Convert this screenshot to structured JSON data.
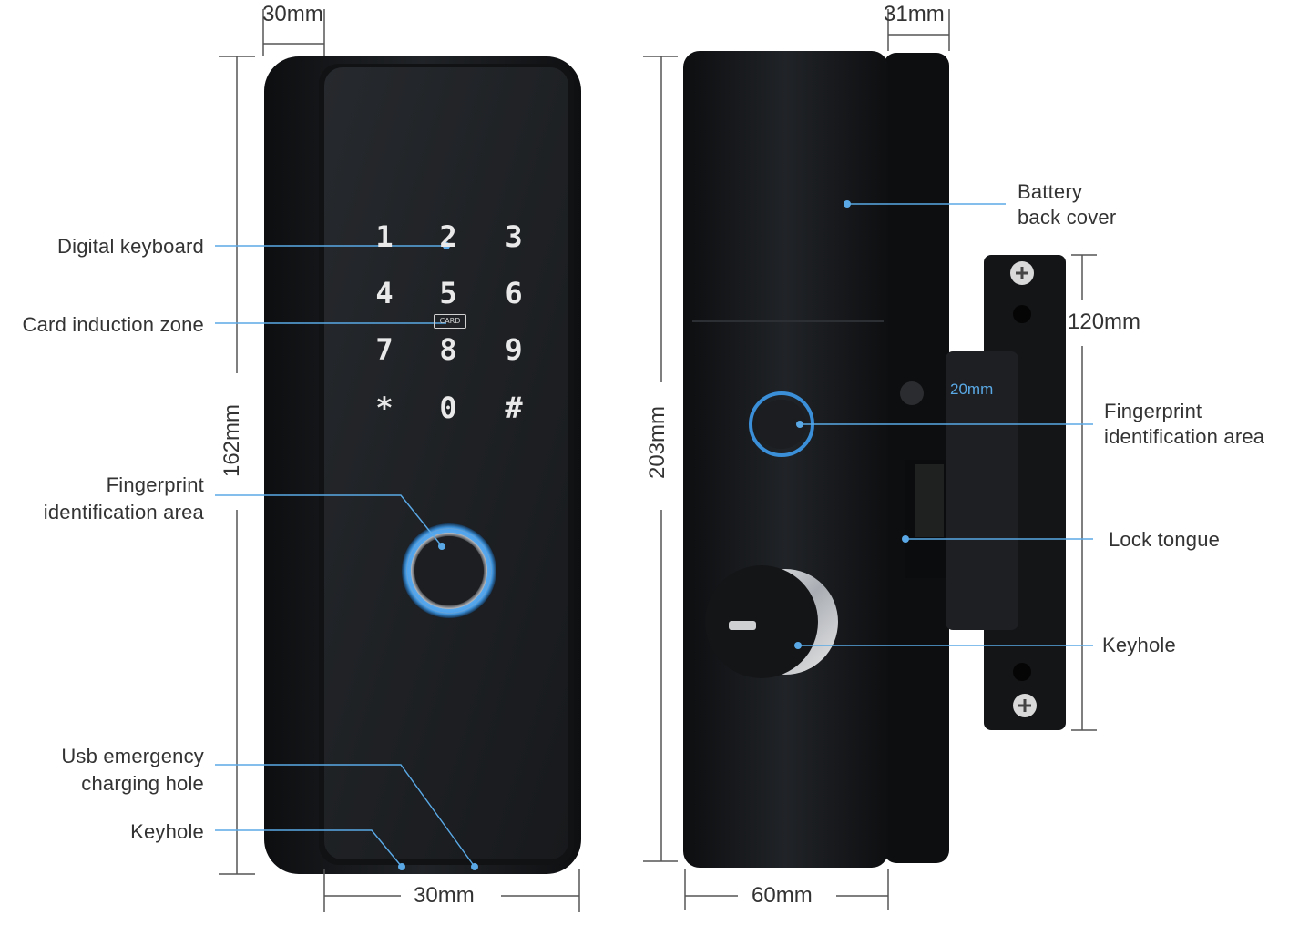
{
  "labels": {
    "digital_keyboard": "Digital keyboard",
    "card_induction_zone": "Card induction zone",
    "fingerprint_left_line1": "Fingerprint",
    "fingerprint_left_line2": "identification area",
    "usb_line1": "Usb emergency",
    "usb_line2": "charging hole",
    "keyhole_left": "Keyhole",
    "battery_line1": "Battery",
    "battery_line2": "back cover",
    "fingerprint_right_line1": "Fingerprint",
    "fingerprint_right_line2": "identification area",
    "lock_tongue": "Lock tongue",
    "keyhole_right": "Keyhole"
  },
  "dimensions": {
    "front_top_width": "30mm",
    "front_height": "162mm",
    "front_bottom_width": "30mm",
    "side_top_width": "31mm",
    "side_height": "203mm",
    "side_bottom_width": "60mm",
    "strike_height": "120mm",
    "strike_width": "20mm"
  },
  "keypad": [
    "1",
    "2",
    "3",
    "4",
    "5",
    "6",
    "7",
    "8",
    "9",
    "*",
    "0",
    "#"
  ],
  "card_icon_text": "CARD",
  "colors": {
    "device_body": "#15171a",
    "device_face": "#1f2226",
    "leader_line": "#5aa9e6",
    "fingerprint_ring": "#3a8fd8",
    "dimension_line": "#555555"
  }
}
